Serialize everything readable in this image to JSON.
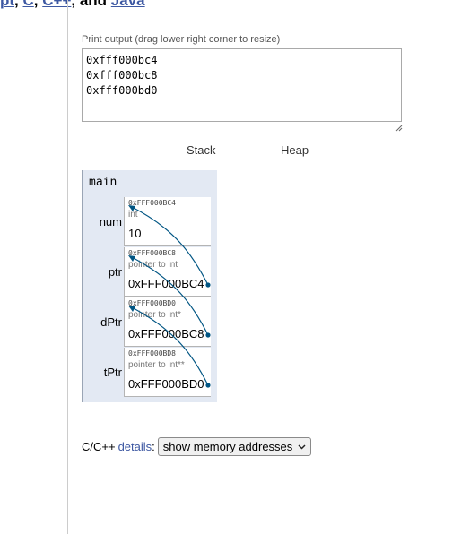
{
  "top_languages": {
    "items": [
      "pt",
      "C",
      "C++"
    ],
    "conjunction": "and",
    "last": "Java"
  },
  "print_output": {
    "label": "Print output (drag lower right corner to resize)",
    "lines": [
      "0xfff000bc4",
      "0xfff000bc8",
      "0xfff000bd0"
    ],
    "text": "0xfff000bc4\n0xfff000bc8\n0xfff000bd0"
  },
  "headers": {
    "stack": "Stack",
    "heap": "Heap"
  },
  "stack": {
    "frame_name": "main",
    "variables": [
      {
        "name": "num",
        "address": "0xFFF000BC4",
        "type": "int",
        "value": "10"
      },
      {
        "name": "ptr",
        "address": "0xFFF000BC8",
        "type": "pointer to int",
        "value": "0xFFF000BC4"
      },
      {
        "name": "dPtr",
        "address": "0xFFF000BD0",
        "type": "pointer to int*",
        "value": "0xFFF000BC8"
      },
      {
        "name": "tPtr",
        "address": "0xFFF000BD8",
        "type": "pointer to int**",
        "value": "0xFFF000BD0"
      }
    ]
  },
  "controls": {
    "language_label": "C/C++",
    "details_link": "details",
    "colon": ":",
    "select_value": "show memory addresses"
  },
  "colors": {
    "arrow": "#005583",
    "stack_bg": "#e3e9f3",
    "link": "#3d58a2"
  },
  "icons": {
    "select_arrow": "chevron-down-icon",
    "resize": "resize-grip-icon"
  }
}
